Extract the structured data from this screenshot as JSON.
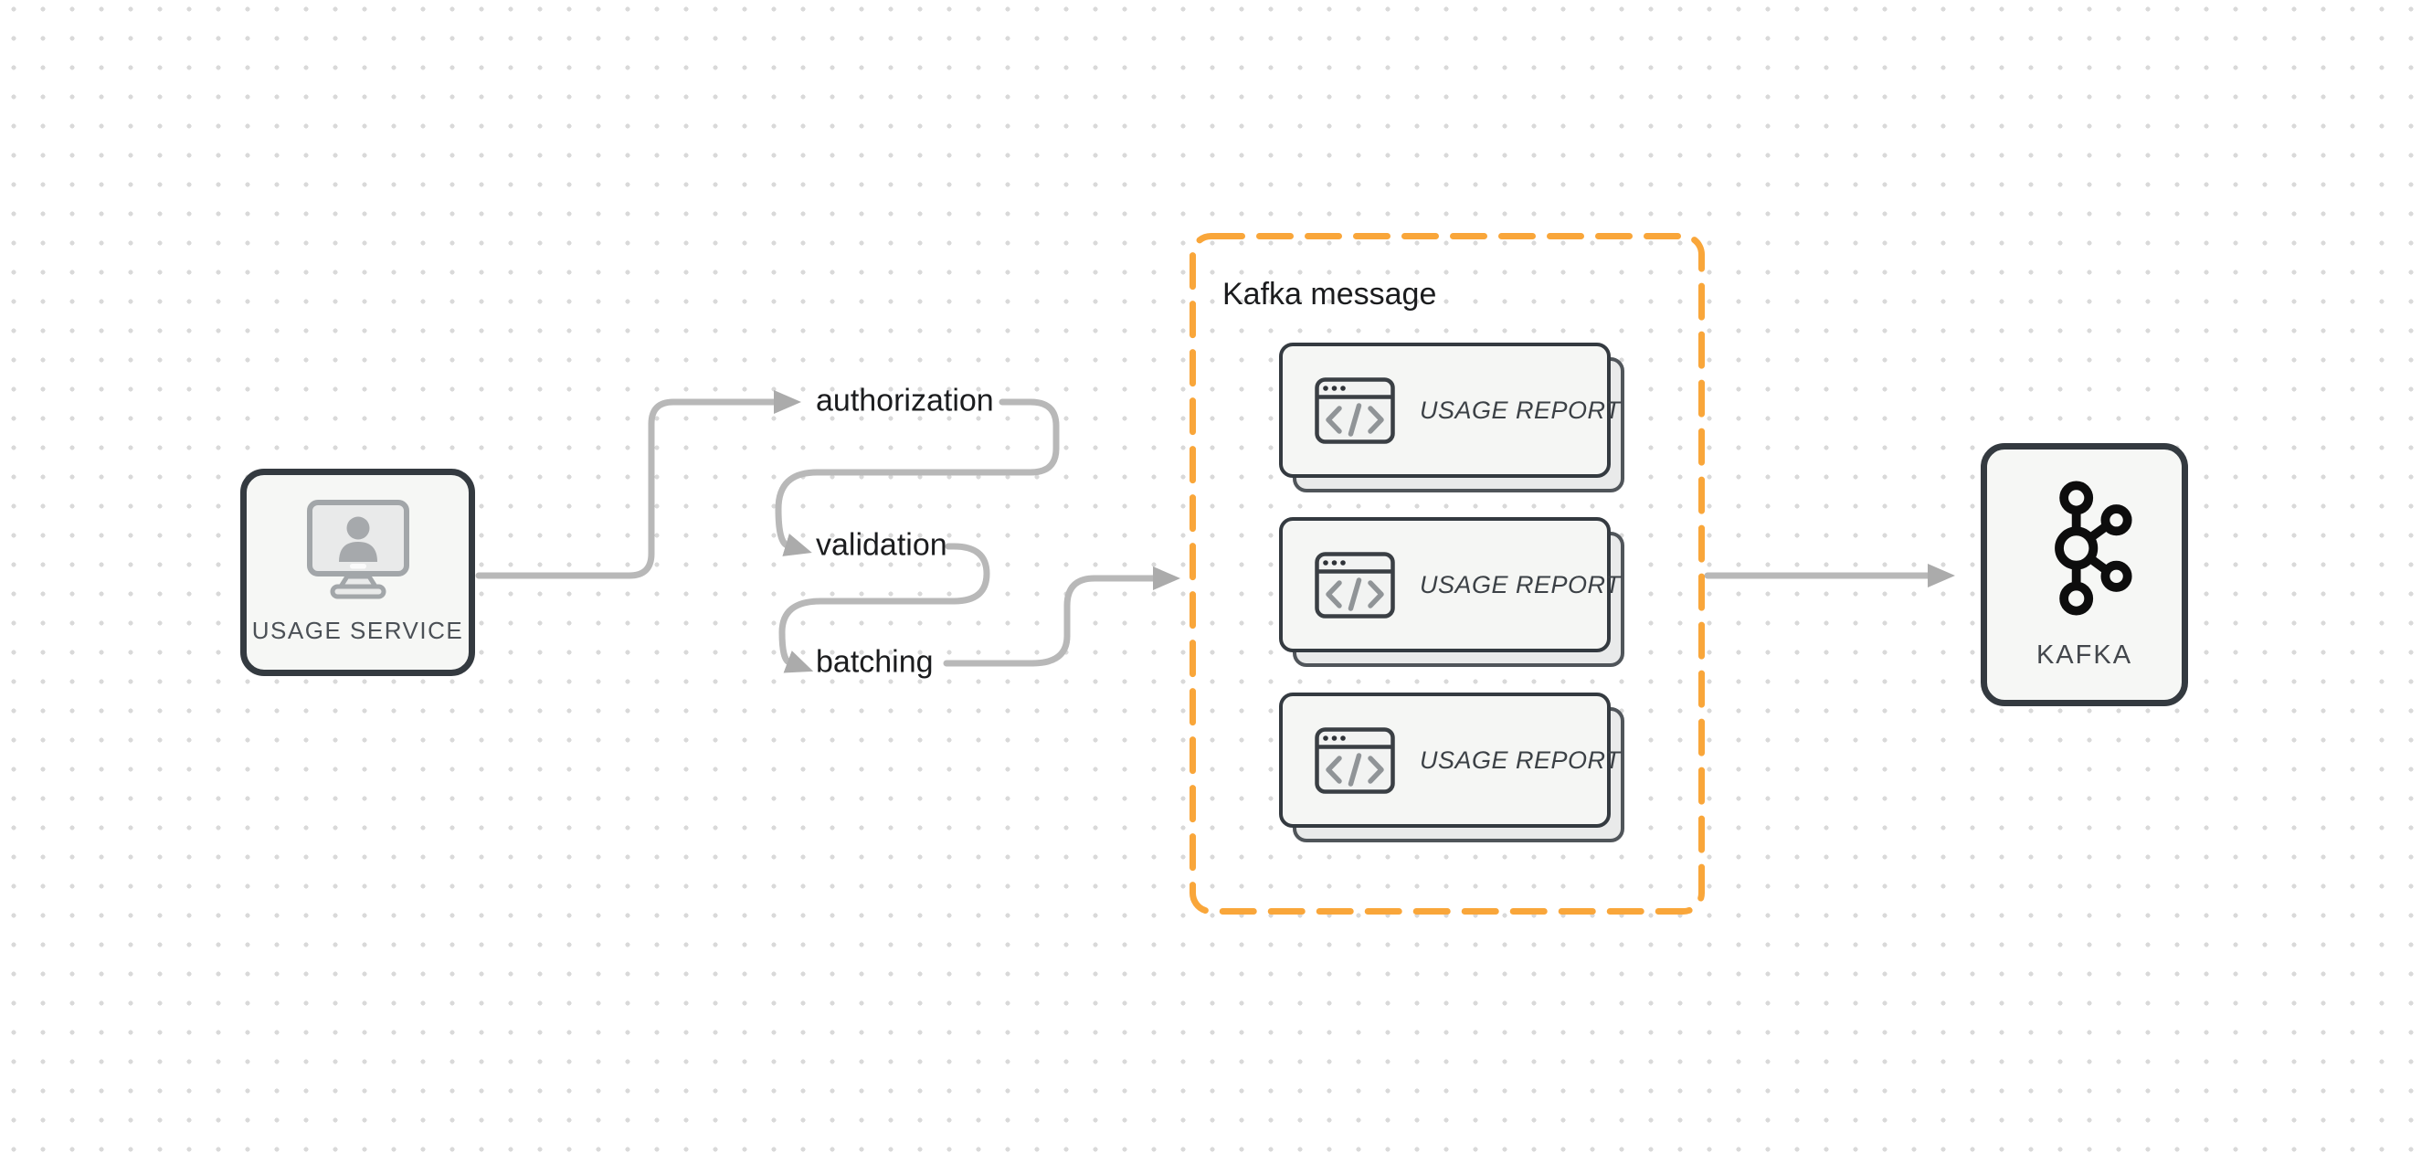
{
  "diagram": {
    "background_color": "#ffffff",
    "dot_grid_color": "#d9d9d9",
    "accent_orange": "#f9a63a",
    "arrow_gray": "#b8b8b8",
    "node_border_color": "#343a40",
    "node_fill_color": "#f6f7f5"
  },
  "usage_service_node": {
    "label": "USAGE SERVICE",
    "icon": "monitor-user-icon"
  },
  "pipeline_steps": [
    {
      "label": "authorization"
    },
    {
      "label": "validation"
    },
    {
      "label": "batching"
    }
  ],
  "kafka_message_group": {
    "title": "Kafka message",
    "cards": [
      {
        "label": "USAGE REPORT",
        "icon": "code-window-icon"
      },
      {
        "label": "USAGE REPORT",
        "icon": "code-window-icon"
      },
      {
        "label": "USAGE REPORT",
        "icon": "code-window-icon"
      }
    ]
  },
  "kafka_node": {
    "label": "KAFKA",
    "icon": "kafka-logo-icon"
  }
}
